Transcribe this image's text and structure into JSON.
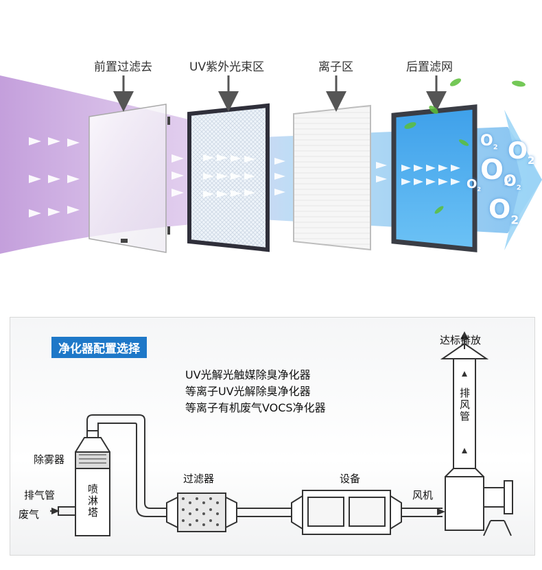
{
  "top_diagram": {
    "stages": [
      {
        "label": "前置过滤去"
      },
      {
        "label": "UV紫外光束区"
      },
      {
        "label": "离子区"
      },
      {
        "label": "后置滤网"
      }
    ],
    "o2_symbol": {
      "main": "O",
      "sub": "2"
    },
    "colors": {
      "airflow": "#8fc8f0",
      "purple": "#c9a6e0",
      "filter_blue": "#3ea0ea",
      "arrow": "#555555"
    }
  },
  "bottom_diagram": {
    "config_title": "净化器配置选择",
    "options": [
      "UV光解光触媒除臭净化器",
      "等离子UV光解除臭净化器",
      "等离子有机废气VOCS净化器"
    ],
    "components": {
      "demister": "除雾器",
      "spray_tower": "喷淋塔",
      "exhaust_pipe_in": "排气管",
      "waste_gas": "废气",
      "filter": "过滤器",
      "equipment": "设备",
      "fan": "风机",
      "exhaust_stack": "排风管",
      "discharge": "达标排放"
    },
    "colors": {
      "accent": "#1e78c8",
      "pipe": "#333333"
    }
  }
}
